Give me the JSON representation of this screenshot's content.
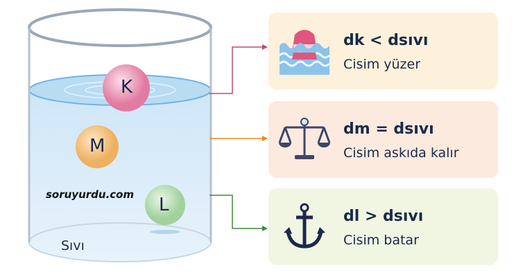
{
  "container": {
    "liquid_label": "Sıvı",
    "watermark": "soruyurdu.com"
  },
  "objects": [
    {
      "label": "K",
      "color": "#e985a8"
    },
    {
      "label": "M",
      "color": "#f2b766"
    },
    {
      "label": "L",
      "color": "#a9d6a4"
    }
  ],
  "cards": [
    {
      "formula": "dk < dsıvı",
      "result": "Cisim yüzer",
      "icon": "buoy-icon",
      "bg": "#fdf1dc",
      "line": "#c2497a"
    },
    {
      "formula": "dm = dsıvı",
      "result": "Cisim askıda kalır",
      "icon": "balance-scale-icon",
      "bg": "#fceadf",
      "line": "#f08a1c"
    },
    {
      "formula": "dl > dsıvı",
      "result": "Cisim batar",
      "icon": "anchor-icon",
      "bg": "#f1f6e3",
      "line": "#3f8a3a"
    }
  ]
}
